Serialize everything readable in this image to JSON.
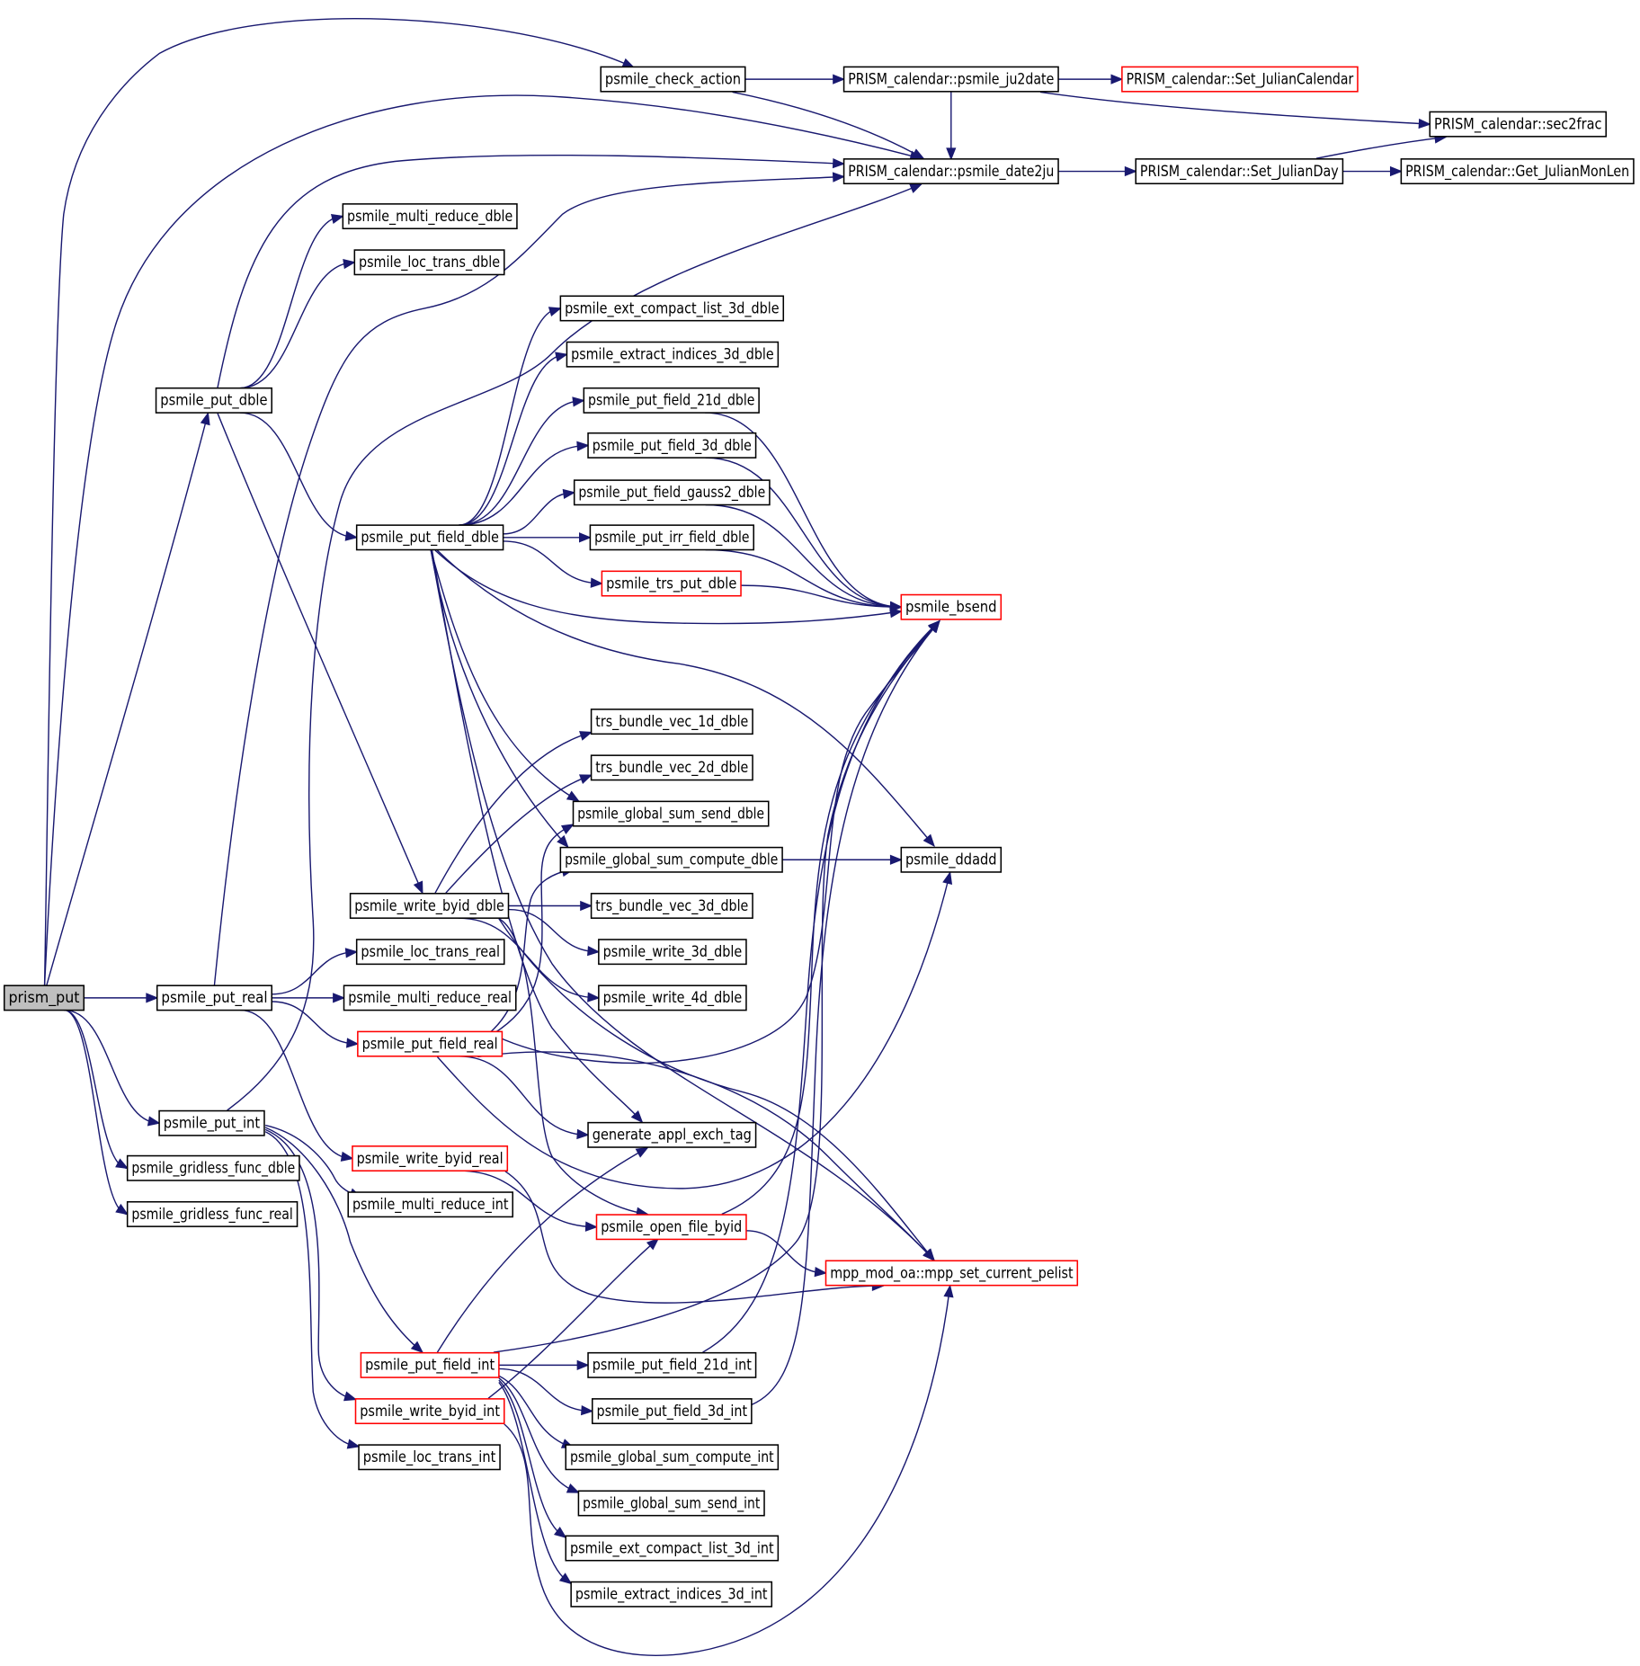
{
  "diagram": {
    "type": "call-graph",
    "edge_color": "#191970",
    "nodes": [
      {
        "id": "prism_put",
        "label": "prism_put",
        "style": "root"
      },
      {
        "id": "check_action",
        "label": "psmile_check_action",
        "style": "normal"
      },
      {
        "id": "ju2date",
        "label": "PRISM_calendar::psmile_ju2date",
        "style": "normal"
      },
      {
        "id": "set_julcal",
        "label": "PRISM_calendar::Set_JulianCalendar",
        "style": "red"
      },
      {
        "id": "sec2frac",
        "label": "PRISM_calendar::sec2frac",
        "style": "normal"
      },
      {
        "id": "date2ju",
        "label": "PRISM_calendar::psmile_date2ju",
        "style": "normal"
      },
      {
        "id": "set_julday",
        "label": "PRISM_calendar::Set_JulianDay",
        "style": "normal"
      },
      {
        "id": "get_monlen",
        "label": "PRISM_calendar::Get_JulianMonLen",
        "style": "normal"
      },
      {
        "id": "multi_reduce_dble",
        "label": "psmile_multi_reduce_dble",
        "style": "normal"
      },
      {
        "id": "loc_trans_dble",
        "label": "psmile_loc_trans_dble",
        "style": "normal"
      },
      {
        "id": "put_dble",
        "label": "psmile_put_dble",
        "style": "normal"
      },
      {
        "id": "ext_compact_3d_dble",
        "label": "psmile_ext_compact_list_3d_dble",
        "style": "normal"
      },
      {
        "id": "extract_3d_dble",
        "label": "psmile_extract_indices_3d_dble",
        "style": "normal"
      },
      {
        "id": "pf_21d_dble",
        "label": "psmile_put_field_21d_dble",
        "style": "normal"
      },
      {
        "id": "pf_3d_dble",
        "label": "psmile_put_field_3d_dble",
        "style": "normal"
      },
      {
        "id": "pf_gauss2_dble",
        "label": "psmile_put_field_gauss2_dble",
        "style": "normal"
      },
      {
        "id": "put_field_dble",
        "label": "psmile_put_field_dble",
        "style": "normal"
      },
      {
        "id": "put_irr_dble",
        "label": "psmile_put_irr_field_dble",
        "style": "normal"
      },
      {
        "id": "trs_put_dble",
        "label": "psmile_trs_put_dble",
        "style": "red"
      },
      {
        "id": "bsend",
        "label": "psmile_bsend",
        "style": "red"
      },
      {
        "id": "trs_1d",
        "label": "trs_bundle_vec_1d_dble",
        "style": "normal"
      },
      {
        "id": "trs_2d",
        "label": "trs_bundle_vec_2d_dble",
        "style": "normal"
      },
      {
        "id": "gsum_send_dble",
        "label": "psmile_global_sum_send_dble",
        "style": "normal"
      },
      {
        "id": "gsum_compute_dble",
        "label": "psmile_global_sum_compute_dble",
        "style": "normal"
      },
      {
        "id": "ddadd",
        "label": "psmile_ddadd",
        "style": "normal"
      },
      {
        "id": "write_byid_dble",
        "label": "psmile_write_byid_dble",
        "style": "normal"
      },
      {
        "id": "trs_3d",
        "label": "trs_bundle_vec_3d_dble",
        "style": "normal"
      },
      {
        "id": "write_3d_dble",
        "label": "psmile_write_3d_dble",
        "style": "normal"
      },
      {
        "id": "loc_trans_real",
        "label": "psmile_loc_trans_real",
        "style": "normal"
      },
      {
        "id": "put_real",
        "label": "psmile_put_real",
        "style": "normal"
      },
      {
        "id": "multi_reduce_real",
        "label": "psmile_multi_reduce_real",
        "style": "normal"
      },
      {
        "id": "write_4d_dble",
        "label": "psmile_write_4d_dble",
        "style": "normal"
      },
      {
        "id": "put_field_real",
        "label": "psmile_put_field_real",
        "style": "red"
      },
      {
        "id": "put_int",
        "label": "psmile_put_int",
        "style": "normal"
      },
      {
        "id": "gen_tag",
        "label": "generate_appl_exch_tag",
        "style": "normal"
      },
      {
        "id": "write_byid_real",
        "label": "psmile_write_byid_real",
        "style": "red"
      },
      {
        "id": "gridless_dble",
        "label": "psmile_gridless_func_dble",
        "style": "normal"
      },
      {
        "id": "multi_reduce_int",
        "label": "psmile_multi_reduce_int",
        "style": "normal"
      },
      {
        "id": "gridless_real",
        "label": "psmile_gridless_func_real",
        "style": "normal"
      },
      {
        "id": "open_file",
        "label": "psmile_open_file_byid",
        "style": "red"
      },
      {
        "id": "mpp_pelist",
        "label": "mpp_mod_oa::mpp_set_current_pelist",
        "style": "red"
      },
      {
        "id": "put_field_int",
        "label": "psmile_put_field_int",
        "style": "red"
      },
      {
        "id": "pf_21d_int",
        "label": "psmile_put_field_21d_int",
        "style": "normal"
      },
      {
        "id": "write_byid_int",
        "label": "psmile_write_byid_int",
        "style": "red"
      },
      {
        "id": "pf_3d_int",
        "label": "psmile_put_field_3d_int",
        "style": "normal"
      },
      {
        "id": "loc_trans_int",
        "label": "psmile_loc_trans_int",
        "style": "normal"
      },
      {
        "id": "gsum_compute_int",
        "label": "psmile_global_sum_compute_int",
        "style": "normal"
      },
      {
        "id": "gsum_send_int",
        "label": "psmile_global_sum_send_int",
        "style": "normal"
      },
      {
        "id": "ext_compact_3d_int",
        "label": "psmile_ext_compact_list_3d_int",
        "style": "normal"
      },
      {
        "id": "extract_3d_int",
        "label": "psmile_extract_indices_3d_int",
        "style": "normal"
      }
    ],
    "edges": [
      {
        "from": "prism_put",
        "to": "check_action"
      },
      {
        "from": "prism_put",
        "to": "date2ju"
      },
      {
        "from": "prism_put",
        "to": "put_dble"
      },
      {
        "from": "prism_put",
        "to": "put_real"
      },
      {
        "from": "prism_put",
        "to": "put_int"
      },
      {
        "from": "prism_put",
        "to": "gridless_dble"
      },
      {
        "from": "prism_put",
        "to": "gridless_real"
      },
      {
        "from": "check_action",
        "to": "ju2date"
      },
      {
        "from": "check_action",
        "to": "date2ju"
      },
      {
        "from": "ju2date",
        "to": "set_julcal"
      },
      {
        "from": "ju2date",
        "to": "sec2frac"
      },
      {
        "from": "ju2date",
        "to": "date2ju"
      },
      {
        "from": "date2ju",
        "to": "set_julday"
      },
      {
        "from": "set_julday",
        "to": "get_monlen"
      },
      {
        "from": "set_julday",
        "to": "sec2frac"
      },
      {
        "from": "put_dble",
        "to": "date2ju"
      },
      {
        "from": "put_dble",
        "to": "multi_reduce_dble"
      },
      {
        "from": "put_dble",
        "to": "loc_trans_dble"
      },
      {
        "from": "put_dble",
        "to": "put_field_dble"
      },
      {
        "from": "put_dble",
        "to": "write_byid_dble"
      },
      {
        "from": "put_field_dble",
        "to": "ext_compact_3d_dble"
      },
      {
        "from": "put_field_dble",
        "to": "extract_3d_dble"
      },
      {
        "from": "put_field_dble",
        "to": "pf_21d_dble"
      },
      {
        "from": "put_field_dble",
        "to": "pf_3d_dble"
      },
      {
        "from": "put_field_dble",
        "to": "pf_gauss2_dble"
      },
      {
        "from": "put_field_dble",
        "to": "put_irr_dble"
      },
      {
        "from": "put_field_dble",
        "to": "trs_put_dble"
      },
      {
        "from": "put_field_dble",
        "to": "bsend"
      },
      {
        "from": "put_field_dble",
        "to": "ddadd"
      },
      {
        "from": "put_field_dble",
        "to": "gsum_send_dble"
      },
      {
        "from": "put_field_dble",
        "to": "gsum_compute_dble"
      },
      {
        "from": "put_field_dble",
        "to": "gen_tag"
      },
      {
        "from": "put_field_dble",
        "to": "mpp_pelist"
      },
      {
        "from": "pf_21d_dble",
        "to": "bsend"
      },
      {
        "from": "pf_3d_dble",
        "to": "bsend"
      },
      {
        "from": "pf_gauss2_dble",
        "to": "bsend"
      },
      {
        "from": "put_irr_dble",
        "to": "bsend"
      },
      {
        "from": "trs_put_dble",
        "to": "bsend"
      },
      {
        "from": "gsum_compute_dble",
        "to": "ddadd"
      },
      {
        "from": "write_byid_dble",
        "to": "trs_1d"
      },
      {
        "from": "write_byid_dble",
        "to": "trs_2d"
      },
      {
        "from": "write_byid_dble",
        "to": "trs_3d"
      },
      {
        "from": "write_byid_dble",
        "to": "write_3d_dble"
      },
      {
        "from": "write_byid_dble",
        "to": "write_4d_dble"
      },
      {
        "from": "write_byid_dble",
        "to": "open_file"
      },
      {
        "from": "write_byid_dble",
        "to": "mpp_pelist"
      },
      {
        "from": "put_real",
        "to": "date2ju"
      },
      {
        "from": "put_real",
        "to": "loc_trans_real"
      },
      {
        "from": "put_real",
        "to": "multi_reduce_real"
      },
      {
        "from": "put_real",
        "to": "put_field_real"
      },
      {
        "from": "put_real",
        "to": "write_byid_real"
      },
      {
        "from": "put_field_real",
        "to": "gsum_send_dble"
      },
      {
        "from": "put_field_real",
        "to": "gsum_compute_dble"
      },
      {
        "from": "put_field_real",
        "to": "bsend"
      },
      {
        "from": "put_field_real",
        "to": "gen_tag"
      },
      {
        "from": "put_field_real",
        "to": "ddadd"
      },
      {
        "from": "put_field_real",
        "to": "mpp_pelist"
      },
      {
        "from": "write_byid_real",
        "to": "open_file"
      },
      {
        "from": "write_byid_real",
        "to": "mpp_pelist"
      },
      {
        "from": "open_file",
        "to": "bsend"
      },
      {
        "from": "open_file",
        "to": "mpp_pelist"
      },
      {
        "from": "put_int",
        "to": "date2ju"
      },
      {
        "from": "put_int",
        "to": "multi_reduce_int"
      },
      {
        "from": "put_int",
        "to": "put_field_int"
      },
      {
        "from": "put_int",
        "to": "write_byid_int"
      },
      {
        "from": "put_int",
        "to": "loc_trans_int"
      },
      {
        "from": "put_field_int",
        "to": "gen_tag"
      },
      {
        "from": "put_field_int",
        "to": "bsend"
      },
      {
        "from": "put_field_int",
        "to": "pf_21d_int"
      },
      {
        "from": "put_field_int",
        "to": "pf_3d_int"
      },
      {
        "from": "put_field_int",
        "to": "gsum_compute_int"
      },
      {
        "from": "put_field_int",
        "to": "gsum_send_int"
      },
      {
        "from": "put_field_int",
        "to": "ext_compact_3d_int"
      },
      {
        "from": "put_field_int",
        "to": "extract_3d_int"
      },
      {
        "from": "pf_21d_int",
        "to": "bsend"
      },
      {
        "from": "pf_3d_int",
        "to": "bsend"
      },
      {
        "from": "write_byid_int",
        "to": "open_file"
      },
      {
        "from": "write_byid_int",
        "to": "mpp_pelist"
      }
    ]
  }
}
